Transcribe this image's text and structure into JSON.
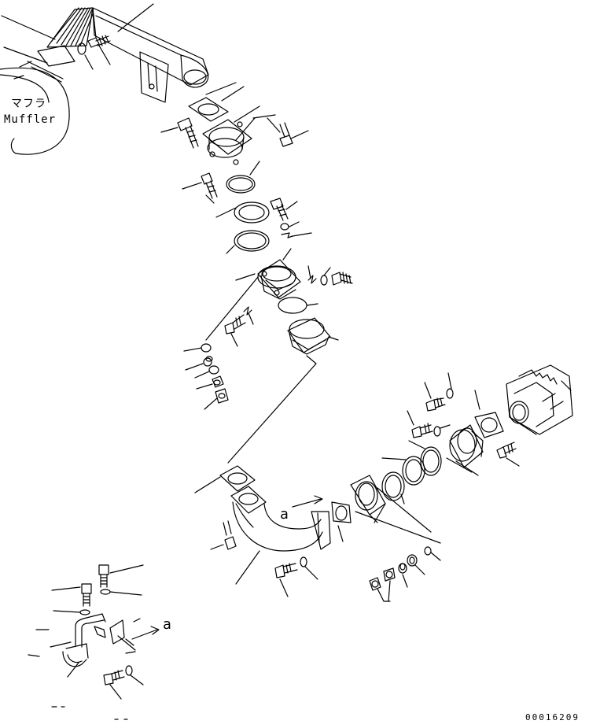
{
  "labels": {
    "muffler_jp": "マフラ",
    "muffler_en": "Muffler",
    "view_ref": "a",
    "drawing_number": "00016209"
  },
  "colors": {
    "line": "#000000",
    "background": "#ffffff"
  }
}
